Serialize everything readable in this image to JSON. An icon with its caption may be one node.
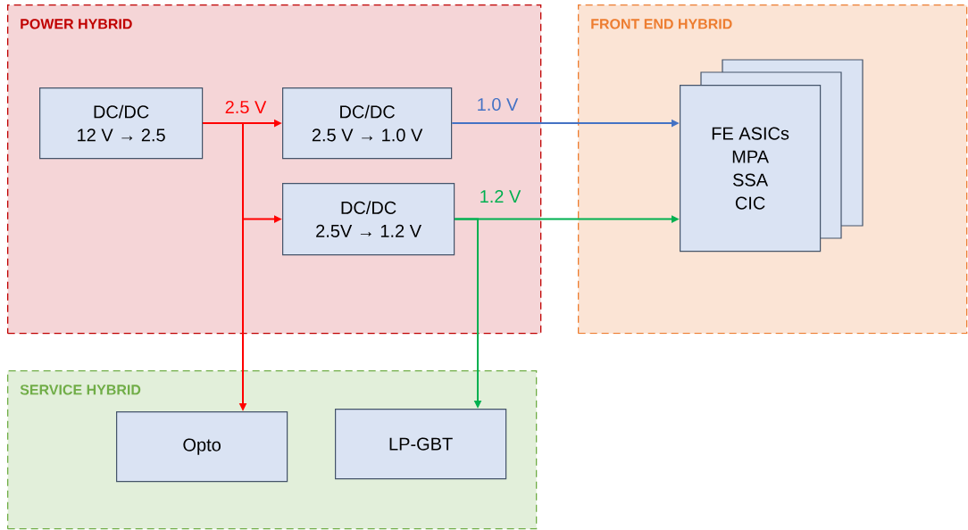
{
  "diagram": {
    "nodes": [
      {
        "text": [
          "POWER HYBRID"
        ]
      },
      {
        "text": [
          "DC/DC",
          "12 V → 2.5"
        ],
        "in": 0
      },
      {
        "text": [
          "DC/DC",
          "2.5 V → 1.0 V"
        ],
        "in": 0
      },
      {
        "text": [
          "DC/DC",
          "2.5V → 1.2 V"
        ],
        "in": 0
      },
      {
        "text": [
          "FRONT END HYBRID"
        ]
      },
      {
        "text": [
          "FE ASICs",
          "MPA",
          "SSA",
          "CIC"
        ],
        "in": 4
      },
      {
        "text": [
          "SERVICE HYBRID"
        ]
      },
      {
        "text": [
          "Opto"
        ],
        "in": 6
      },
      {
        "text": [
          "LP-GBT"
        ],
        "in": 6
      }
    ],
    "edges": [
      {
        "from": 1,
        "to": 2,
        "arrow": "to",
        "label": "2.5 V",
        "color": "#ff0000"
      },
      {
        "from": 1,
        "to": 3,
        "arrow": "to",
        "color": "#ff0000"
      },
      {
        "from": 1,
        "to": 7,
        "arrow": "to",
        "color": "#ff0000"
      },
      {
        "from": 2,
        "to": 5,
        "arrow": "to",
        "label": "1.0 V",
        "color": "#4472c4"
      },
      {
        "from": 3,
        "to": 5,
        "arrow": "to",
        "label": "1.2 V",
        "color": "#00b050"
      },
      {
        "from": 3,
        "to": 8,
        "arrow": "to",
        "color": "#00b050"
      }
    ]
  }
}
